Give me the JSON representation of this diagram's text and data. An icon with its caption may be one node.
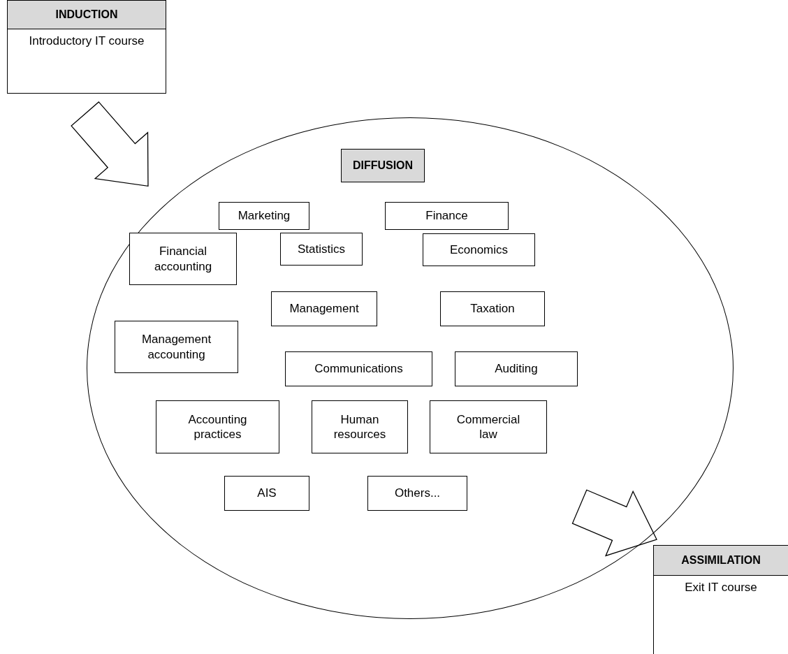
{
  "diagram": {
    "nodes": [
      {
        "text": [
          "INDUCTION",
          "Introductory IT course"
        ]
      },
      {
        "text": [],
        "shape": "ellipse"
      },
      {
        "text": [
          "DIFFUSION"
        ],
        "in": 1
      },
      {
        "text": [
          "Marketing"
        ],
        "in": 1
      },
      {
        "text": [
          "Finance"
        ],
        "in": 1
      },
      {
        "text": [
          "Financial accounting"
        ],
        "in": 1
      },
      {
        "text": [
          "Statistics"
        ],
        "in": 1
      },
      {
        "text": [
          "Economics"
        ],
        "in": 1
      },
      {
        "text": [
          "Management"
        ],
        "in": 1
      },
      {
        "text": [
          "Taxation"
        ],
        "in": 1
      },
      {
        "text": [
          "Management accounting"
        ],
        "in": 1
      },
      {
        "text": [
          "Communications"
        ],
        "in": 1
      },
      {
        "text": [
          "Auditing"
        ],
        "in": 1
      },
      {
        "text": [
          "Accounting practices"
        ],
        "in": 1
      },
      {
        "text": [
          "Human resources"
        ],
        "in": 1
      },
      {
        "text": [
          "Commercial law"
        ],
        "in": 1
      },
      {
        "text": [
          "AIS"
        ],
        "in": 1
      },
      {
        "text": [
          "Others..."
        ],
        "in": 1
      },
      {
        "text": [
          "ASSIMILATION",
          "Exit IT course"
        ]
      }
    ],
    "edges": [
      {
        "from": 0,
        "to": 1,
        "arrow": "to"
      },
      {
        "from": 1,
        "to": 18,
        "arrow": "to"
      }
    ]
  }
}
